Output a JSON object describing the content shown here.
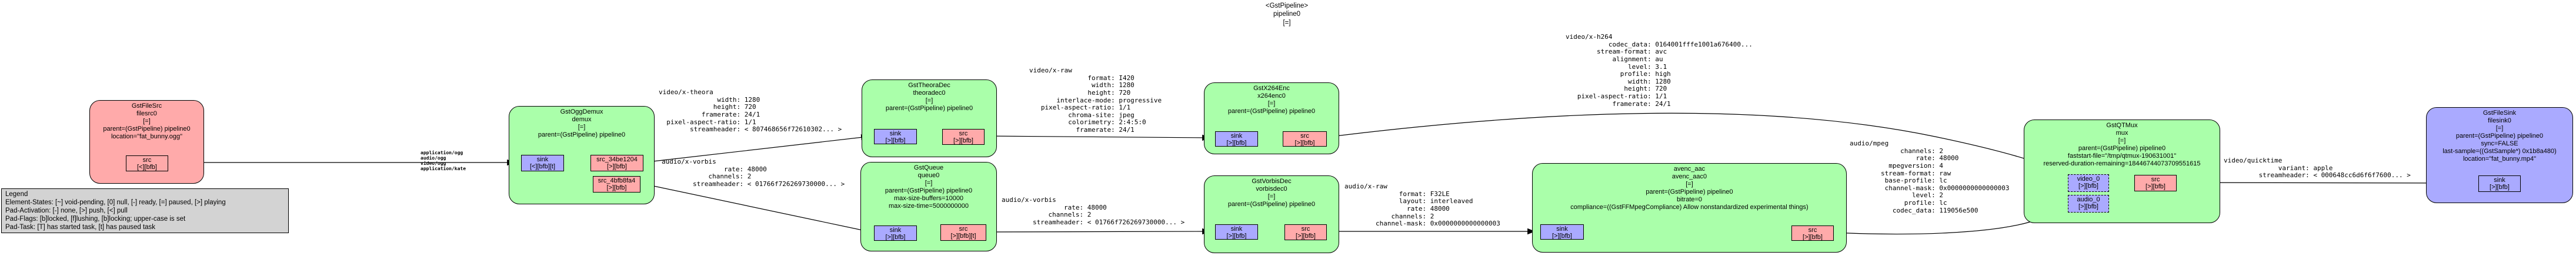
{
  "colors": {
    "source_element": "#ffaaaa",
    "filter_element": "#aaffaa",
    "sink_element": "#aaaaff",
    "sink_pad": "#aaaaff",
    "src_pad": "#ffaaaa",
    "legend_bg": "#d3d3d3",
    "edge": "#000000"
  },
  "title": "<GstPipeline>\npipeline0\n[=]",
  "legend": "Legend\nElement-States: [~] void-pending, [0] null, [-] ready, [=] paused, [>] playing\nPad-Activation: [-] none, [>] push, [<] pull\nPad-Flags: [b]locked, [f]lushing, [b]locking; upper-case is set\nPad-Task: [T] has started task, [t] has paused task",
  "elements": {
    "filesrc": {
      "label": "GstFileSrc\nfilesrc0\n[=]\nparent=(GstPipeline) pipeline0\nlocation=\"fat_bunny.ogg\"",
      "pads": {
        "src": "src\n[<][bfb]"
      }
    },
    "oggdemux": {
      "label": "GstOggDemux\ndemux\n[=]\nparent=(GstPipeline) pipeline0",
      "pads": {
        "sink": "sink\n[<][bfb][t]",
        "src_video": "src_34be1204\n[>][bfb]",
        "src_audio": "src_4bfb8fa4\n[>][bfb]"
      }
    },
    "theoradec": {
      "label": "GstTheoraDec\ntheoradec0\n[=]\nparent=(GstPipeline) pipeline0",
      "pads": {
        "sink": "sink\n[>][bfb]",
        "src": "src\n[>][bfb]"
      }
    },
    "queue": {
      "label": "GstQueue\nqueue0\n[=]\nparent=(GstPipeline) pipeline0\nmax-size-buffers=10000\nmax-size-time=5000000000",
      "pads": {
        "sink": "sink\n[>][bfb]",
        "src": "src\n[>][bfb][t]"
      }
    },
    "x264enc": {
      "label": "GstX264Enc\nx264enc0\n[=]\nparent=(GstPipeline) pipeline0",
      "pads": {
        "sink": "sink\n[>][bfb]",
        "src": "src\n[>][bfb]"
      }
    },
    "vorbisdec": {
      "label": "GstVorbisDec\nvorbisdec0\n[=]\nparent=(GstPipeline) pipeline0",
      "pads": {
        "sink": "sink\n[>][bfb]",
        "src": "src\n[>][bfb]"
      }
    },
    "avenc_aac": {
      "label": "avenc_aac\navenc_aac0\n[=]\nparent=(GstPipeline) pipeline0\nbitrate=0\ncompliance=((GstFFMpegCompliance) Allow nonstandardized experimental things)",
      "pads": {
        "sink": "sink\n[>][bfb]",
        "src": "src\n[>][bfb]"
      }
    },
    "qtmux": {
      "label": "GstQTMux\nmux\n[=]\nparent=(GstPipeline) pipeline0\nfaststart-file=\"/tmp/qtmux-190631001\"\nreserved-duration-remaining=18446744073709551615",
      "pads": {
        "video_0": "video_0\n[>][bfb]",
        "audio_0": "audio_0\n[>][bfb]",
        "src": "src\n[>][bfb]"
      }
    },
    "filesink": {
      "label": "GstFileSink\nfilesink0\n[=]\nparent=(GstPipeline) pipeline0\nsync=FALSE\nlast-sample=((GstSample*) 0x1b8a480)\nlocation=\"fat_bunny.mp4\"",
      "pads": {
        "sink": "sink\n[>][bfb]"
      }
    }
  },
  "caps": {
    "ogg": "application/ogg\naudio/ogg\nvideo/ogg\napplication/kate",
    "theora": "video/x-theora\n               width: 1280\n              height: 720\n           framerate: 24/1\n  pixel-aspect-ratio: 1/1\n        streamheader: < 807468656f72610302... >",
    "vorbis": "audio/x-vorbis\n                rate: 48000\n            channels: 2\n        streamheader: < 01766f726269730000... >",
    "raw_video": "video/x-raw\n               format: I420\n                width: 1280\n               height: 720\n       interlace-mode: progressive\n   pixel-aspect-ratio: 1/1\n          chroma-site: jpeg\n          colorimetry: 2:4:5:0\n            framerate: 24/1",
    "raw_audio": "audio/x-raw\n              format: F32LE\n              layout: interleaved\n                rate: 48000\n            channels: 2\n        channel-mask: 0x0000000000000003",
    "h264": "video/x-h264\n           codec_data: 0164001fffe1001a676400...\n        stream-format: avc\n            alignment: au\n                level: 3.1\n              profile: high\n                width: 1280\n               height: 720\n   pixel-aspect-ratio: 1/1\n            framerate: 24/1",
    "aac": "audio/mpeg\n             channels: 2\n                 rate: 48000\n          mpegversion: 4\n        stream-format: raw\n         base-profile: lc\n         channel-mask: 0x0000000000000003\n                level: 2\n              profile: lc\n           codec_data: 119056e500",
    "quicktime": "video/quicktime\n              variant: apple\n         streamheader: < 000648cc6d6f6f7600... >"
  }
}
